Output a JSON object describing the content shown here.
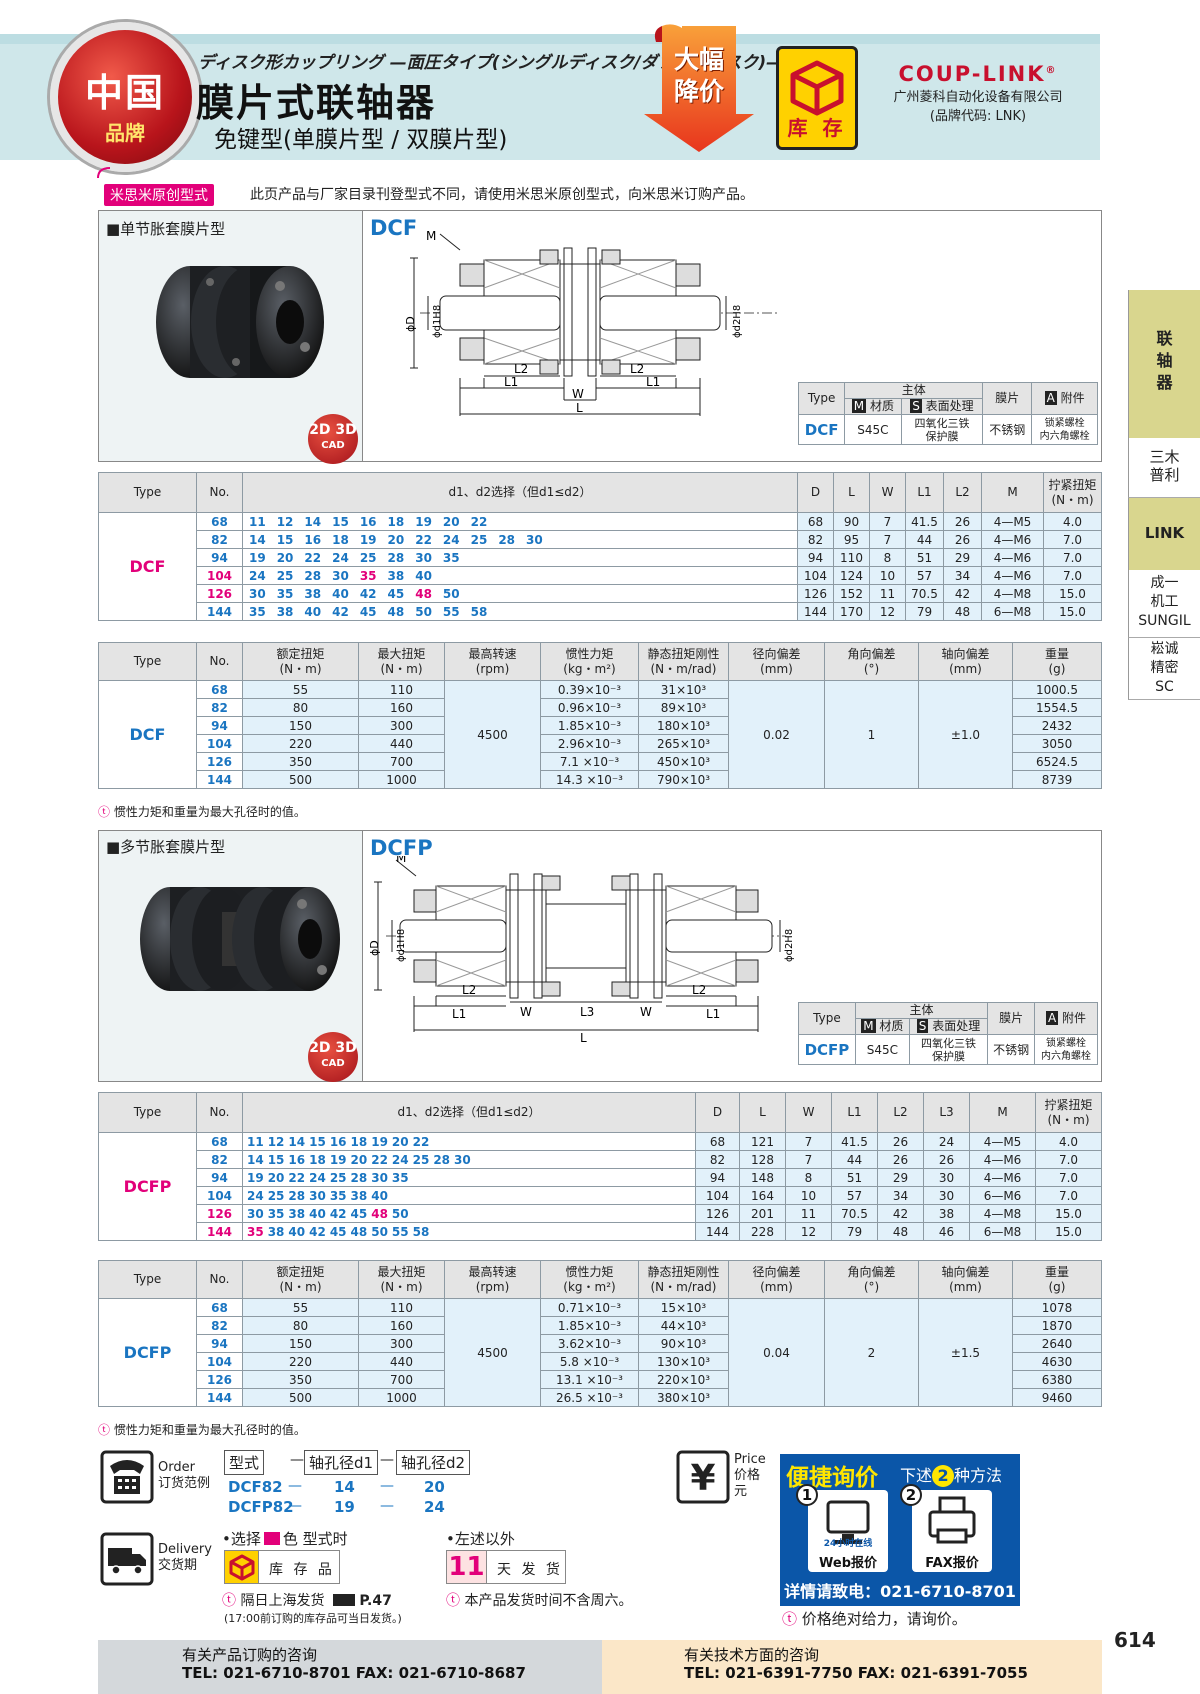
{
  "header": {
    "badge_line1": "中国",
    "badge_line2": "品牌",
    "japanese_title": "ディスク形カップリング —面圧タイプ(シングルディスク/ダブルディスク)—",
    "title": "膜片式联轴器",
    "subtitle": "免键型(单膜片型 / 双膜片型)",
    "sale_line1": "大幅",
    "sale_line2": "降价",
    "stock_label": "库 存",
    "brand_logo": "COUP-LINK",
    "brand_reg": "®",
    "brand_company": "广州菱科自动化设备有限公司",
    "brand_code": "(品牌代码: LNK)"
  },
  "notice": {
    "tag": "米思米原创型式",
    "text": "此页产品与厂家目录刊登型式不同，请使用米思米原创型式，向米思米订购产品。"
  },
  "sidebar": {
    "items": [
      {
        "label": "联\n轴\n器"
      },
      {
        "label": "三木\n普利"
      },
      {
        "label": "LINK"
      },
      {
        "label": "成一\n机工\nSUNGIL"
      },
      {
        "label": "崧诚\n精密\nSC"
      }
    ]
  },
  "colors": {
    "pink": "#e2007a",
    "blue": "#1a75c1",
    "cell_blue": "#e2f1fa",
    "header_bg": "#cfe7ea"
  },
  "dcf": {
    "section_label": "■单节胀套膜片型",
    "model": "DCF",
    "cad_line1": "2D 3D",
    "cad_line2": "CAD",
    "drawing": {
      "M": "M",
      "D": "ϕD",
      "d1": "ϕd1H8",
      "d2": "ϕd2H8",
      "L2a": "L2",
      "L2b": "L2",
      "L1a": "L1",
      "L1b": "L1",
      "W": "W",
      "L": "L"
    },
    "mini": {
      "h_type": "Type",
      "h_body": "主体",
      "h_material": "材质",
      "h_surface": "表面处理",
      "h_disc": "膜片",
      "h_acc": "附件",
      "icon_m": "M",
      "icon_s": "S",
      "icon_a": "A",
      "type": "DCF",
      "material": "S45C",
      "surface": "四氧化三铁\n保护膜",
      "disc": "不锈钢",
      "acc": "锁紧螺栓\n内六角螺栓"
    },
    "dim_headers": {
      "type": "Type",
      "no": "No.",
      "sizes": "d1、d2选择（但d1≤d2）",
      "D": "D",
      "L": "L",
      "W": "W",
      "L1": "L1",
      "L2": "L2",
      "M": "M",
      "torque": "拧紧扭矩\n(N・m)"
    },
    "dim_rows": [
      {
        "no": "68",
        "pink": false,
        "sizes": "11 12 14 15 16 18 19 20 22",
        "D": "68",
        "L": "90",
        "W": "7",
        "L1": "41.5",
        "L2": "26",
        "M": "4—M5",
        "torque": "4.0"
      },
      {
        "no": "82",
        "pink": false,
        "sizes": "14 15 16 18 19 20 22 24 25 28 30",
        "D": "82",
        "L": "95",
        "W": "7",
        "L1": "44",
        "L2": "26",
        "M": "4—M6",
        "torque": "7.0"
      },
      {
        "no": "94",
        "pink": false,
        "sizes": "19 20 22 24 25 28 30 35",
        "D": "94",
        "L": "110",
        "W": "8",
        "L1": "51",
        "L2": "29",
        "M": "4—M6",
        "torque": "7.0"
      },
      {
        "no": "104",
        "pink": true,
        "sizes": "24 25 28 30 35 38 40",
        "D": "104",
        "L": "124",
        "W": "10",
        "L1": "57",
        "L2": "34",
        "M": "4—M6",
        "torque": "7.0"
      },
      {
        "no": "126",
        "pink": true,
        "sizes": "30 35 38 40 42 45 48 50",
        "D": "126",
        "L": "152",
        "W": "11",
        "L1": "70.5",
        "L2": "42",
        "M": "4—M8",
        "torque": "15.0"
      },
      {
        "no": "144",
        "pink": false,
        "sizes": "35 38 40 42 45 48 50 55 58",
        "D": "144",
        "L": "170",
        "W": "12",
        "L1": "79",
        "L2": "48",
        "M": "6—M8",
        "torque": "15.0"
      }
    ],
    "perf_headers": {
      "type": "Type",
      "no": "No.",
      "rated": "额定扭矩\n(N・m)",
      "max": "最大扭矩\n(N・m)",
      "speed": "最高转速\n(rpm)",
      "inertia": "惯性力矩\n(kg・m²)",
      "stiff": "静态扭矩刚性\n(N・m/rad)",
      "radial": "径向偏差\n(mm)",
      "angular": "角向偏差\n(°)",
      "axial": "轴向偏差\n(mm)",
      "weight": "重量\n(g)"
    },
    "perf_rows": [
      {
        "no": "68",
        "rated": "55",
        "max": "110",
        "inertia": "0.39×10⁻³",
        "stiff": "31×10³",
        "weight": "1000.5"
      },
      {
        "no": "82",
        "rated": "80",
        "max": "160",
        "inertia": "0.96×10⁻³",
        "stiff": "89×10³",
        "weight": "1554.5"
      },
      {
        "no": "94",
        "rated": "150",
        "max": "300",
        "inertia": "1.85×10⁻³",
        "stiff": "180×10³",
        "weight": "2432"
      },
      {
        "no": "104",
        "rated": "220",
        "max": "440",
        "inertia": "2.96×10⁻³",
        "stiff": "265×10³",
        "weight": "3050"
      },
      {
        "no": "126",
        "rated": "350",
        "max": "700",
        "inertia": "7.1 ×10⁻³",
        "stiff": "450×10³",
        "weight": "6524.5"
      },
      {
        "no": "144",
        "rated": "500",
        "max": "1000",
        "inertia": "14.3 ×10⁻³",
        "stiff": "790×10³",
        "weight": "8739"
      }
    ],
    "speed": "4500",
    "radial": "0.02",
    "angular": "1",
    "axial": "±1.0",
    "footnote": "惯性力矩和重量为最大孔径时的值。"
  },
  "dcfp": {
    "section_label": "■多节胀套膜片型",
    "model": "DCFP",
    "cad_line1": "2D 3D",
    "cad_line2": "CAD",
    "drawing": {
      "M": "M",
      "D": "ϕD",
      "d1": "ϕd1H8",
      "d2": "ϕd2H8",
      "L2a": "L2",
      "L2b": "L2",
      "L1a": "L1",
      "L1b": "L1",
      "Wa": "W",
      "Wb": "W",
      "L3": "L3",
      "L": "L"
    },
    "mini": {
      "h_type": "Type",
      "h_body": "主体",
      "h_material": "材质",
      "h_surface": "表面处理",
      "h_disc": "膜片",
      "h_acc": "附件",
      "icon_m": "M",
      "icon_s": "S",
      "icon_a": "A",
      "type": "DCFP",
      "material": "S45C",
      "surface": "四氧化三铁\n保护膜",
      "disc": "不锈钢",
      "acc": "锁紧螺栓\n内六角螺栓"
    },
    "dim_headers": {
      "type": "Type",
      "no": "No.",
      "sizes": "d1、d2选择（但d1≤d2）",
      "D": "D",
      "L": "L",
      "W": "W",
      "L1": "L1",
      "L2": "L2",
      "L3": "L3",
      "M": "M",
      "torque": "拧紧扭矩\n(N・m)"
    },
    "dim_rows": [
      {
        "no": "68",
        "pink": false,
        "sizes": "11 12 14 15 16 18 19 20 22",
        "D": "68",
        "L": "121",
        "W": "7",
        "L1": "41.5",
        "L2": "26",
        "L3": "24",
        "M": "4—M5",
        "torque": "4.0"
      },
      {
        "no": "82",
        "pink": false,
        "sizes": "14 15 16 18 19 20 22 24 25 28 30",
        "D": "82",
        "L": "128",
        "W": "7",
        "L1": "44",
        "L2": "26",
        "L3": "26",
        "M": "4—M6",
        "torque": "7.0"
      },
      {
        "no": "94",
        "pink": false,
        "sizes": "19 20 22 24 25 28 30 35",
        "D": "94",
        "L": "148",
        "W": "8",
        "L1": "51",
        "L2": "29",
        "L3": "30",
        "M": "4—M6",
        "torque": "7.0"
      },
      {
        "no": "104",
        "pink": false,
        "sizes": "24 25 28 30 35 38 40",
        "D": "104",
        "L": "164",
        "W": "10",
        "L1": "57",
        "L2": "34",
        "L3": "30",
        "M": "6—M6",
        "torque": "7.0"
      },
      {
        "no": "126",
        "pink": true,
        "sizes": "30 35 38 40 42 45 48 50",
        "D": "126",
        "L": "201",
        "W": "11",
        "L1": "70.5",
        "L2": "42",
        "L3": "38",
        "M": "4—M8",
        "torque": "15.0"
      },
      {
        "no": "144",
        "pink": true,
        "sizes": "35 38 40 42 45 48 50 55 58",
        "D": "144",
        "L": "228",
        "W": "12",
        "L1": "79",
        "L2": "48",
        "L3": "46",
        "M": "6—M8",
        "torque": "15.0"
      }
    ],
    "perf_headers": {
      "type": "Type",
      "no": "No.",
      "rated": "额定扭矩\n(N・m)",
      "max": "最大扭矩\n(N・m)",
      "speed": "最高转速\n(rpm)",
      "inertia": "惯性力矩\n(kg・m²)",
      "stiff": "静态扭矩刚性\n(N・m/rad)",
      "radial": "径向偏差\n(mm)",
      "angular": "角向偏差\n(°)",
      "axial": "轴向偏差\n(mm)",
      "weight": "重量\n(g)"
    },
    "perf_rows": [
      {
        "no": "68",
        "rated": "55",
        "max": "110",
        "inertia": "0.71×10⁻³",
        "stiff": "15×10³",
        "weight": "1078"
      },
      {
        "no": "82",
        "rated": "80",
        "max": "160",
        "inertia": "1.85×10⁻³",
        "stiff": "44×10³",
        "weight": "1870"
      },
      {
        "no": "94",
        "rated": "150",
        "max": "300",
        "inertia": "3.62×10⁻³",
        "stiff": "90×10³",
        "weight": "2640"
      },
      {
        "no": "104",
        "rated": "220",
        "max": "440",
        "inertia": "5.8 ×10⁻³",
        "stiff": "130×10³",
        "weight": "4630"
      },
      {
        "no": "126",
        "rated": "350",
        "max": "700",
        "inertia": "13.1 ×10⁻³",
        "stiff": "220×10³",
        "weight": "6380"
      },
      {
        "no": "144",
        "rated": "500",
        "max": "1000",
        "inertia": "26.5 ×10⁻³",
        "stiff": "380×10³",
        "weight": "9460"
      }
    ],
    "speed": "4500",
    "radial": "0.04",
    "angular": "2",
    "axial": "±1.5",
    "footnote": "惯性力矩和重量为最大孔径时的值。"
  },
  "order": {
    "label_en": "Order",
    "label_cn": "订货范例",
    "h_type": "型式",
    "h_d1": "轴孔径d1",
    "h_d2": "轴孔径d2",
    "dash": "—",
    "rows": [
      {
        "type": "DCF82",
        "d1": "14",
        "d2": "20"
      },
      {
        "type": "DCFP82",
        "d1": "19",
        "d2": "24"
      }
    ]
  },
  "delivery": {
    "label_en": "Delivery",
    "label_cn": "交货期",
    "left_title": "•选择",
    "left_title2": "色 型式时",
    "stock": "库 存 品",
    "stock_note": "隔日上海发货",
    "page_ref": "P.47",
    "stock_sub": "(17:00前订购的库存品可当日发货。)",
    "right_title": "•左述以外",
    "days": "11",
    "days_label": "天 发 货",
    "right_note": "本产品发货时间不含周六。"
  },
  "price": {
    "label_en": "Price",
    "label_cn1": "价格",
    "label_cn2": "元",
    "inq_title": "便捷询价",
    "inq_sub1": "下述",
    "inq_num": "2",
    "inq_sub2": "种方法",
    "opt1_num": "1",
    "opt1_badge": "24小时在线",
    "opt1_label": "Web报价",
    "opt2_num": "2",
    "opt2_label": "FAX报价",
    "contact": "详情请致电：021-6710-8701",
    "note": "价格绝对给力，请询价。"
  },
  "page_number": "614",
  "footer": {
    "left_title": "有关产品订购的咨询",
    "left_tel": "TEL: 021-6710-8701  FAX: 021-6710-8687",
    "right_title": "有关技术方面的咨询",
    "right_tel": "TEL: 021-6391-7750  FAX: 021-6391-7055"
  }
}
